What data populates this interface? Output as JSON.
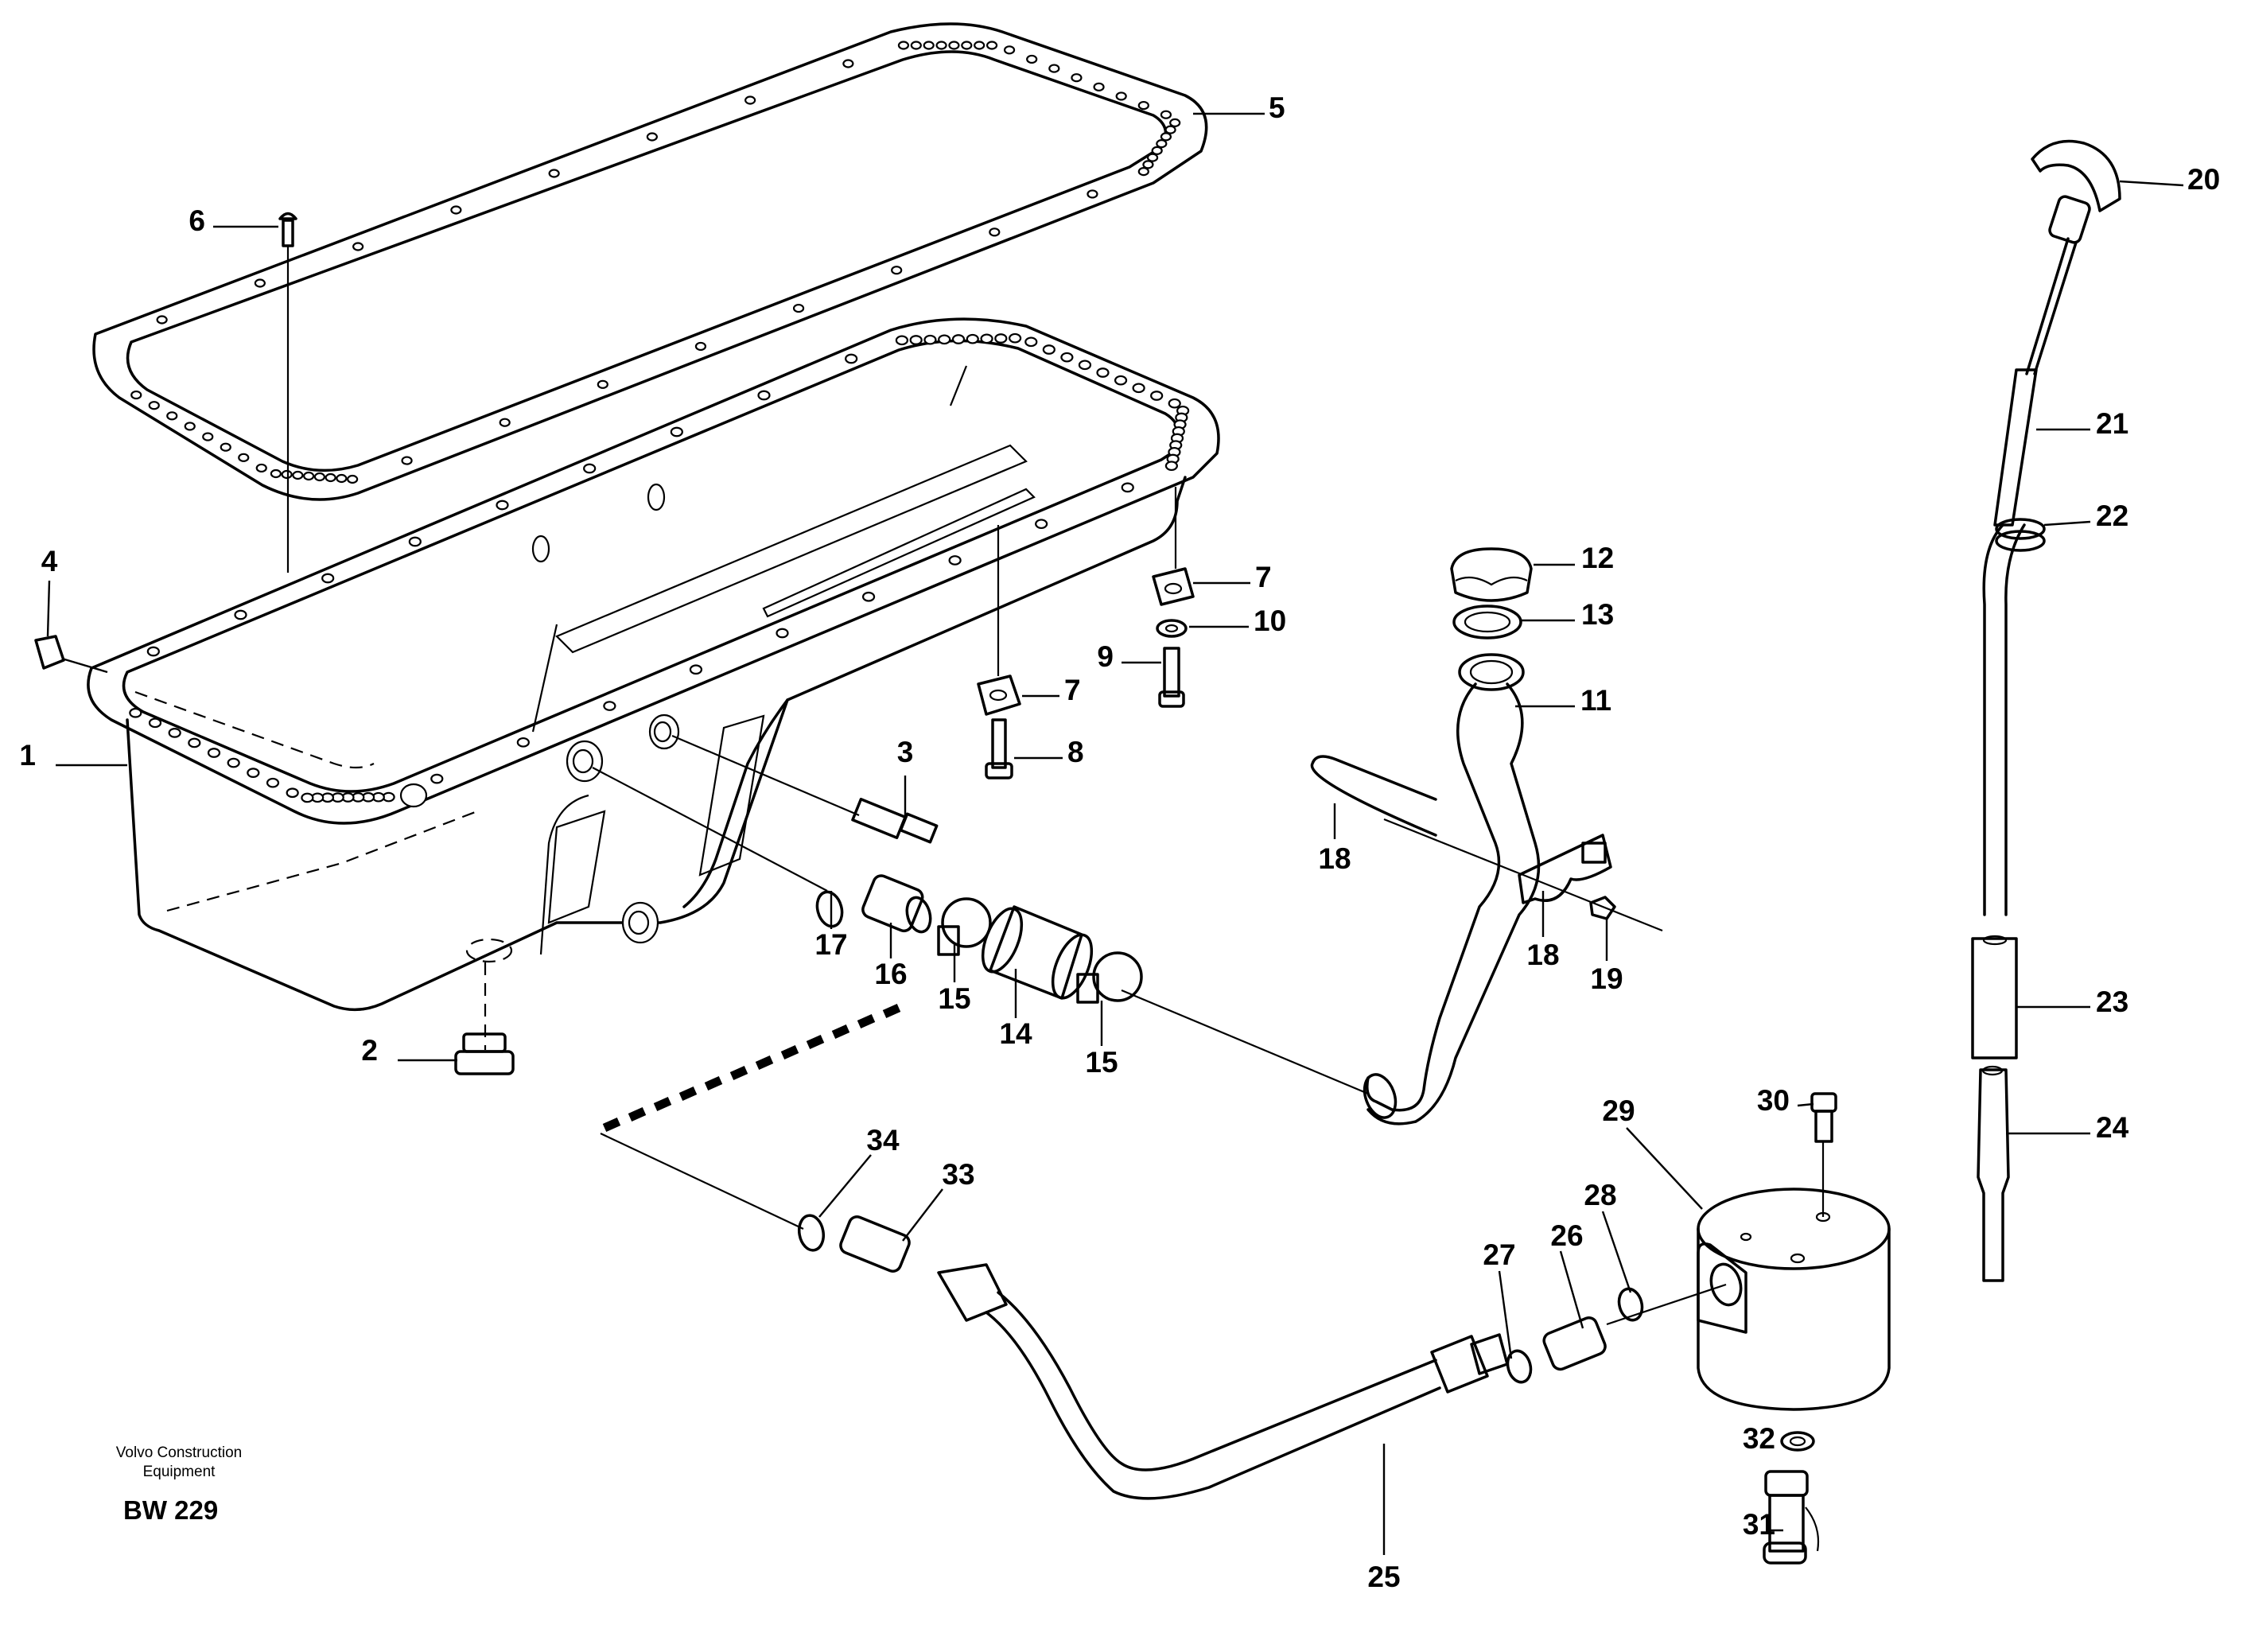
{
  "callouts": [
    "1",
    "2",
    "3",
    "4",
    "5",
    "6",
    "7",
    "7",
    "8",
    "9",
    "10",
    "11",
    "12",
    "13",
    "14",
    "15",
    "15",
    "16",
    "17",
    "18",
    "18",
    "19",
    "20",
    "21",
    "22",
    "23",
    "24",
    "25",
    "26",
    "27",
    "28",
    "29",
    "30",
    "31",
    "32",
    "33",
    "34"
  ],
  "footer": {
    "brand_line1": "Volvo Construction",
    "brand_line2": "Equipment",
    "drawing_code": "BW 229"
  }
}
